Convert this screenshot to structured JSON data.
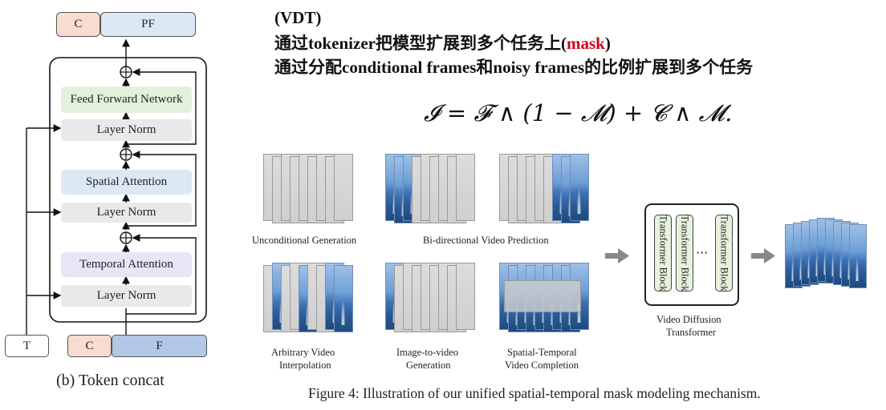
{
  "header": {
    "line1": "(VDT)",
    "line2_prefix": "通过tokenizer把模型扩展到多个任务上(",
    "line2_mask": "mask",
    "line2_suffix": ")",
    "line3": "通过分配conditional frames和noisy frames的比例扩展到多个任务"
  },
  "formula": "𝓘 = 𝓕 ∧ (1 − 𝓜) + 𝓒 ∧ 𝓜.",
  "left_diagram": {
    "top_c": "C",
    "top_pf": "PF",
    "ffn": "Feed Forward Network",
    "layer_norm_1": "Layer Norm",
    "spatial_attention": "Spatial Attention",
    "layer_norm_2": "Layer Norm",
    "temporal_attention": "Temporal Attention",
    "layer_norm_3": "Layer Norm",
    "input_t": "T",
    "input_c": "C",
    "input_f": "F",
    "caption": "(b) Token concat"
  },
  "tasks": {
    "unconditional": "Unconditional Generation",
    "bidirectional": "Bi-directional Video Prediction",
    "interp_1": "Arbitrary Video",
    "interp_2": "Interpolation",
    "i2v_1": "Image-to-video",
    "i2v_2": "Generation",
    "st_1": "Spatial-Temporal",
    "st_2": "Video Completion"
  },
  "transformer": {
    "block_label": "Transformer Block",
    "ellipsis": "···",
    "caption_1": "Video Diffusion",
    "caption_2": "Transformer"
  },
  "figure_caption": "Figure 4:  Illustration of our unified spatial-temporal mask modeling mechanism.",
  "colors": {
    "mask_red": "#d0021b",
    "ffn_green": "#e3f0da",
    "attn_blue": "#dde8f5",
    "temporal_purple": "#e8e6f6",
    "c_peach": "#f7dccf",
    "f_blue": "#b3c7e6",
    "layernorm_gray": "#e9e9e9"
  }
}
